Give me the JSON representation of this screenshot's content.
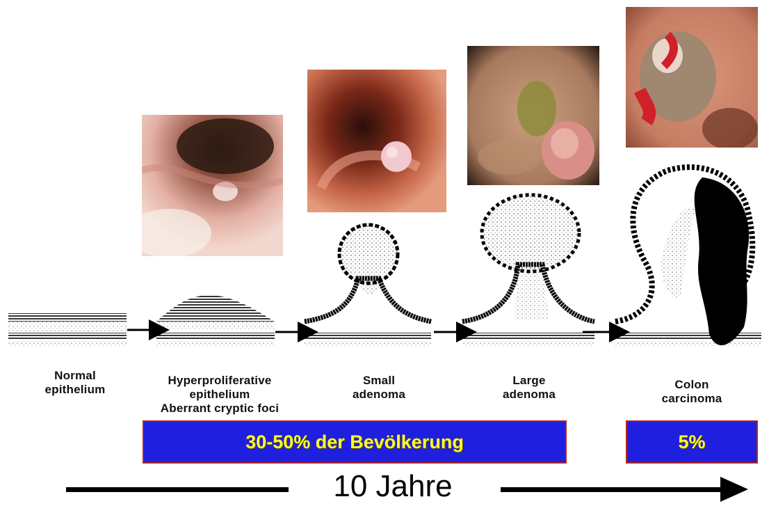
{
  "stages": [
    {
      "label_lines": [
        "Normal",
        "epithelium"
      ]
    },
    {
      "label_lines": [
        "Hyperproliferative",
        "epithelium",
        "Aberrant cryptic foci"
      ]
    },
    {
      "label_lines": [
        "Small",
        "adenoma"
      ]
    },
    {
      "label_lines": [
        "Large",
        "adenoma"
      ]
    },
    {
      "label_lines": [
        "Colon",
        "carcinoma"
      ]
    }
  ],
  "prevalence_bars": [
    {
      "text": "30-50% der Bevölkerung"
    },
    {
      "text": "5%"
    }
  ],
  "timeline": {
    "text": "10 Jahre"
  },
  "colors": {
    "bar_fill": "#1f1fe0",
    "bar_border": "#b3261e",
    "bar_text": "#ffff2a",
    "ink": "#000000"
  }
}
